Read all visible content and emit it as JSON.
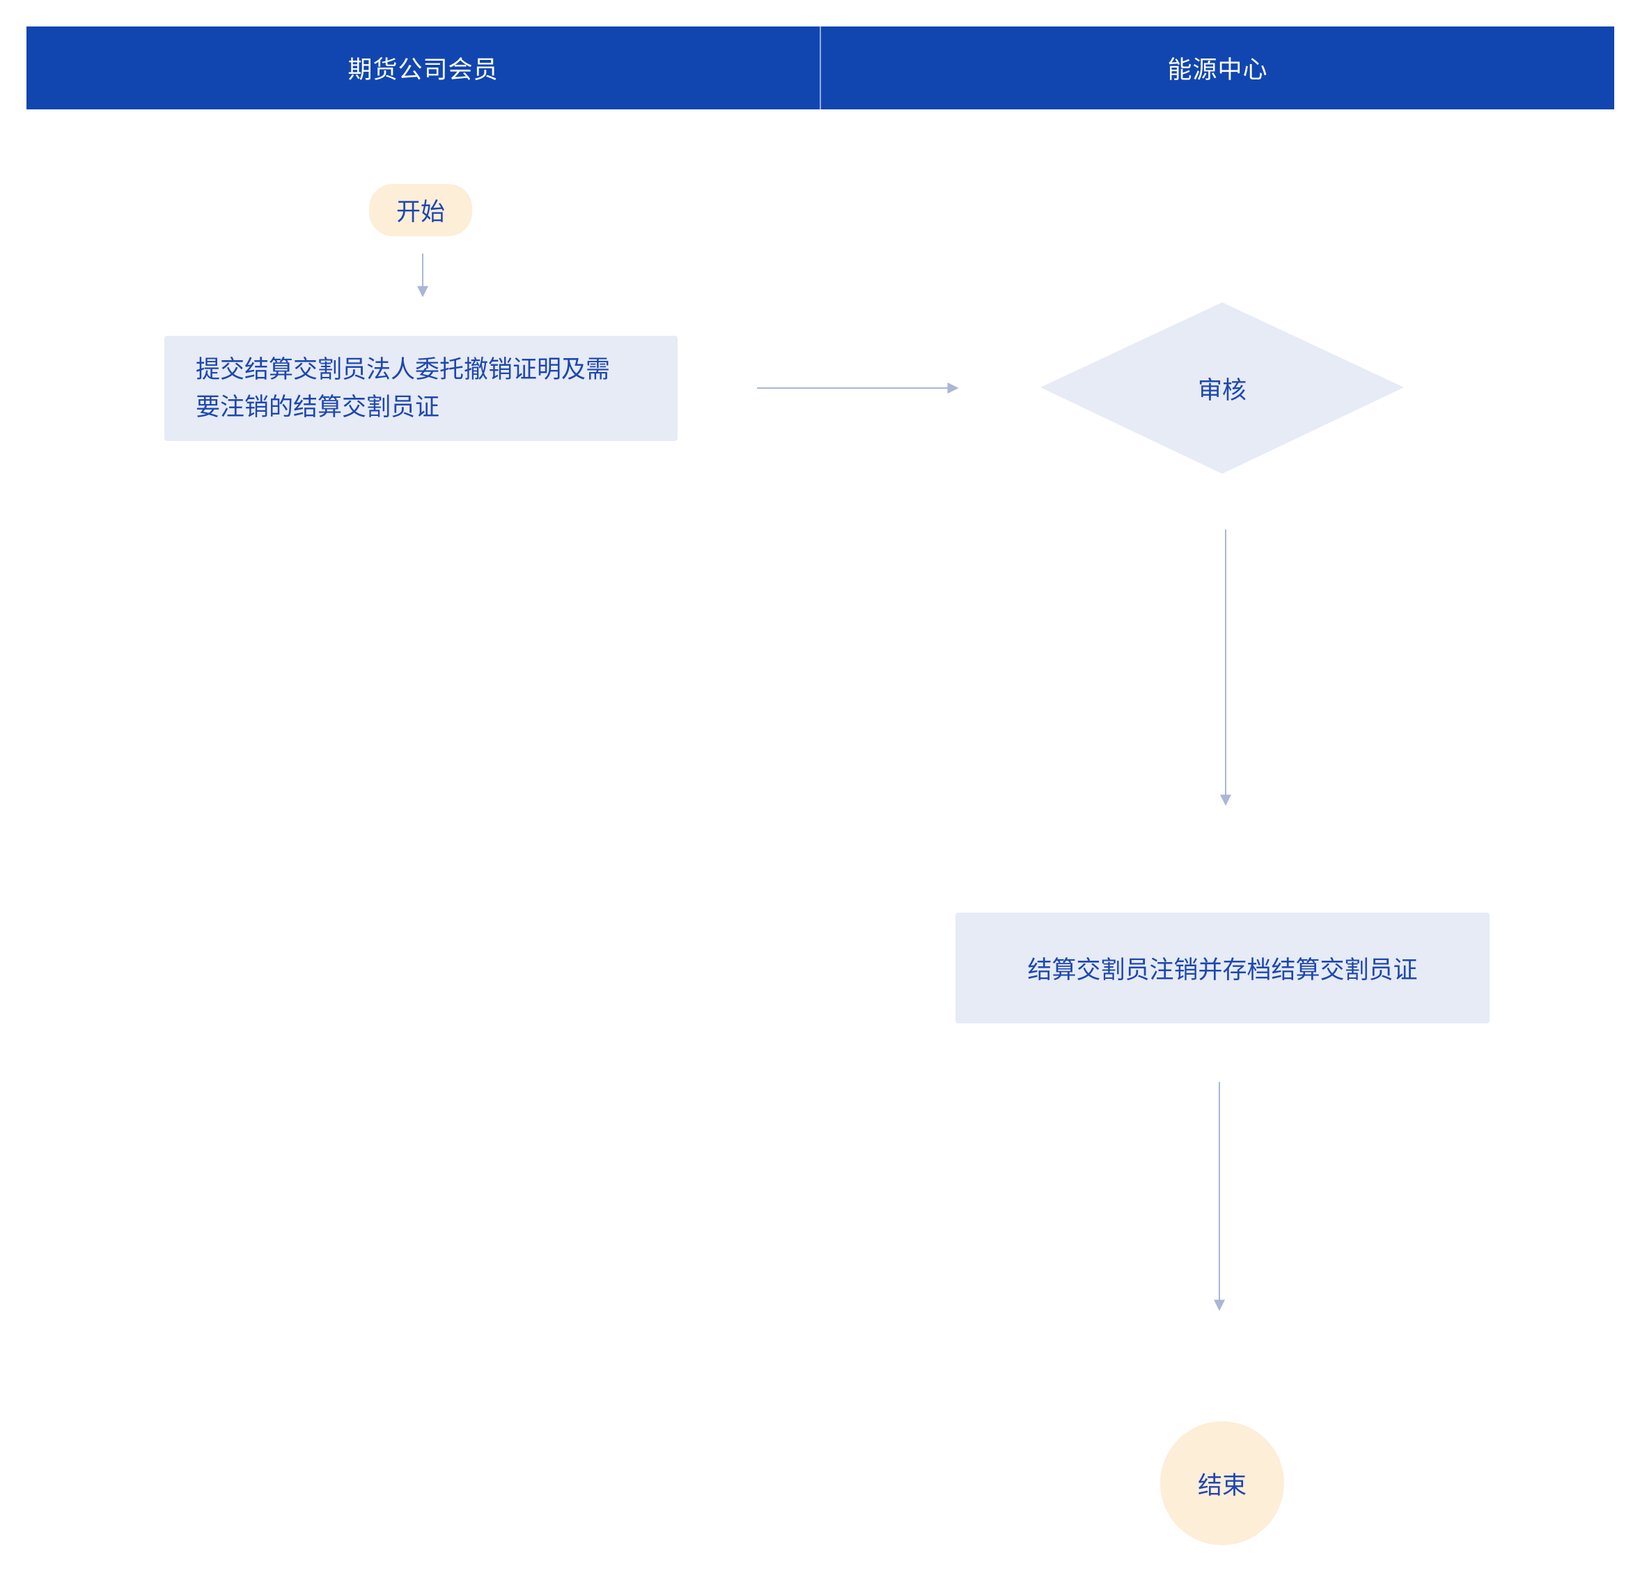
{
  "lanes": {
    "left": "期货公司会员",
    "right": "能源中心"
  },
  "nodes": {
    "start": "开始",
    "submit_line1": "提交结算交割员法人委托撤销证明及需",
    "submit_line2": "要注销的结算交割员证",
    "review": "审核",
    "cancel_archive": "结算交割员注销并存档结算交割员证",
    "end": "结束"
  },
  "colors": {
    "header": "#1146b1",
    "process_fill": "#e6ebf6",
    "terminal_fill": "#fdeed8",
    "connector": "#a9b6d6",
    "text": "#1e47b0"
  }
}
